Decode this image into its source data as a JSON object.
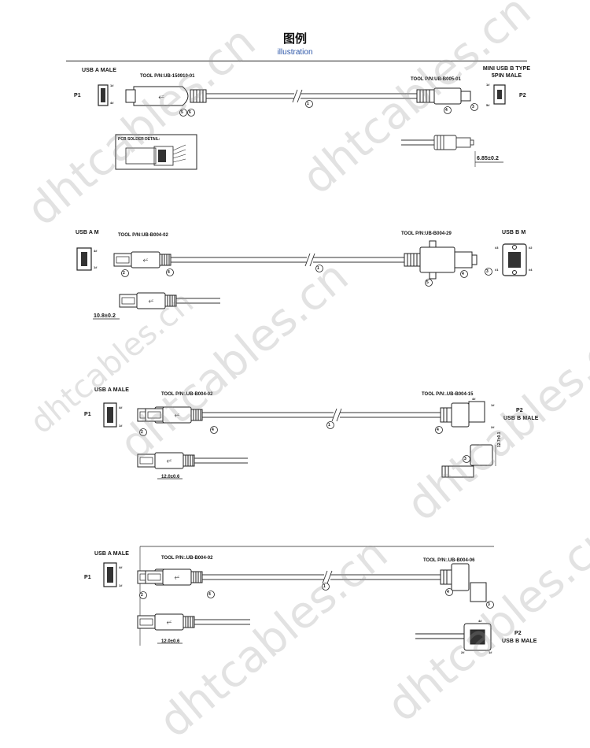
{
  "header": {
    "title": "图例",
    "subtitle": "illustration"
  },
  "watermark": "dhtcables.cn",
  "d1": {
    "left_label": "USB A MALE",
    "left_port": "P1",
    "tool_left": "TOOL P/N:UB-150910-01",
    "tool_right": "TOOL P/N:UB-B005-01",
    "right_label_l1": "MINI USB B TYPE",
    "right_label_l2": "5PIN  MALE",
    "right_port": "P2",
    "pcb_title": "PCB SOLDER DETAIL:",
    "dim": "6.85±0.2",
    "callouts": [
      "1",
      "4",
      "3",
      "5",
      "6"
    ],
    "pins": [
      "1#",
      "4#",
      "1#",
      "5#"
    ]
  },
  "d2": {
    "left_label": "USB A M",
    "tool_left": "TOOL P/N:UB-B004-02",
    "tool_right": "TOOL P/N:UB-B004-29",
    "right_label": "USB B M",
    "dim": "10.8±0.2",
    "callouts": [
      "2",
      "4",
      "1",
      "5",
      "4",
      "3"
    ],
    "pins": [
      "4#",
      "1#",
      "#2",
      "#3",
      "#1",
      "#4"
    ]
  },
  "d3": {
    "left_label": "USB A MALE",
    "left_port": "P1",
    "tool_left": "TOOL P/N:.UB-B004-02",
    "tool_right": "TOOL P/N:.UB-B004-15",
    "right_port": "P2",
    "right_label": "USB B MALE",
    "dim": "12.0±0.6",
    "dim_v": "12.7±0.1",
    "callouts": [
      "2",
      "4",
      "1",
      "4",
      "3"
    ],
    "pins": [
      "4#",
      "1#",
      "4#",
      "1#",
      "2#"
    ]
  },
  "d4": {
    "left_label": "USB A MALE",
    "left_port": "P1",
    "tool_left": "TOOL P/N:.UB-B004-02",
    "tool_right": "TOOL P/N:.UB-B004-06",
    "right_port": "P2",
    "right_label": "USB B MALE",
    "dim": "12.0±0.6",
    "callouts": [
      "2",
      "4",
      "1",
      "4",
      "3"
    ],
    "pins": [
      "4#",
      "1#",
      "4#",
      "2#",
      "1#"
    ]
  }
}
